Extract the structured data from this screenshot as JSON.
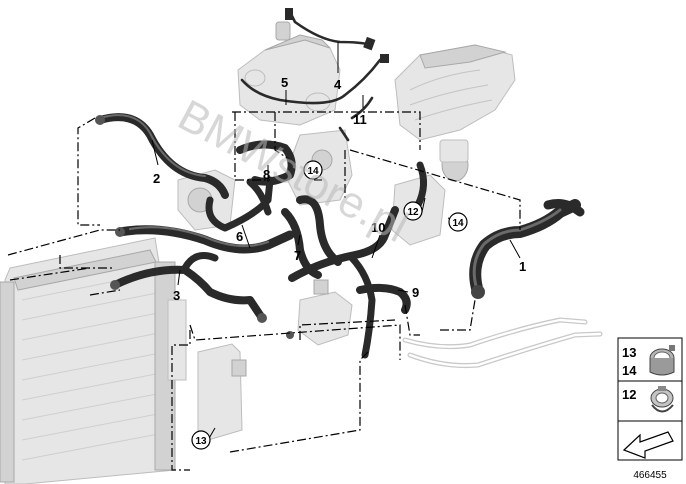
{
  "diagram": {
    "part_numbers": [
      {
        "id": "p1",
        "text": "1"
      },
      {
        "id": "p2",
        "text": "2"
      },
      {
        "id": "p3",
        "text": "3"
      },
      {
        "id": "p4",
        "text": "4"
      },
      {
        "id": "p5",
        "text": "5"
      },
      {
        "id": "p6",
        "text": "6"
      },
      {
        "id": "p7",
        "text": "7"
      },
      {
        "id": "p8",
        "text": "8"
      },
      {
        "id": "p9",
        "text": "9"
      },
      {
        "id": "p10",
        "text": "10"
      },
      {
        "id": "p11",
        "text": "11"
      }
    ],
    "circled_numbers": [
      {
        "id": "c14a",
        "text": "14"
      },
      {
        "id": "c12",
        "text": "12"
      },
      {
        "id": "c14b",
        "text": "14"
      },
      {
        "id": "c13",
        "text": "13"
      }
    ],
    "legend": [
      {
        "labels": [
          "13",
          "14"
        ],
        "icon": "hose-clamp-icon"
      },
      {
        "labels": [
          "12"
        ],
        "icon": "spring-clip-icon"
      },
      {
        "labels": [],
        "icon": "arrow-icon"
      }
    ],
    "diagram_number": "466455",
    "watermark": "BMWstore.pl"
  }
}
